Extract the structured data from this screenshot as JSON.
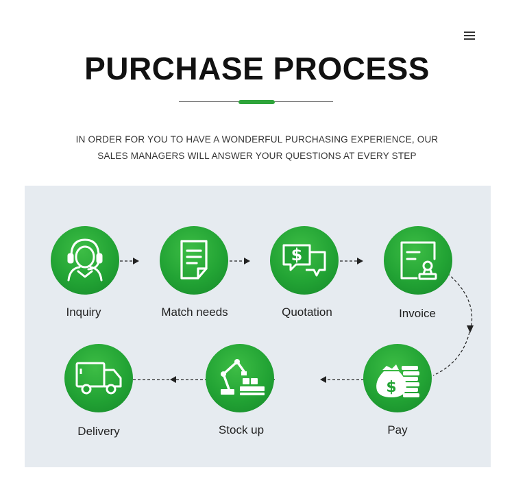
{
  "header": {
    "title": "PURCHASE PROCESS",
    "subtitle_line1": "IN ORDER FOR YOU TO HAVE A WONDERFUL PURCHASING EXPERIENCE, OUR",
    "subtitle_line2": "SALES MANAGERS WILL ANSWER YOUR QUESTIONS AT EVERY STEP",
    "accent_color": "#2ea43a"
  },
  "menu": {
    "icon": "hamburger-menu-icon"
  },
  "process": {
    "circle_color": "#22a334",
    "panel_color": "#e6ebf0",
    "steps": [
      {
        "label": "Inquiry",
        "icon": "customer-service-headset-icon"
      },
      {
        "label": "Match needs",
        "icon": "document-icon"
      },
      {
        "label": "Quotation",
        "icon": "price-chat-bubbles-icon"
      },
      {
        "label": "Invoice",
        "icon": "invoice-stamp-icon"
      },
      {
        "label": "Pay",
        "icon": "money-bag-coins-icon"
      },
      {
        "label": "Stock up",
        "icon": "robotic-arm-boxes-icon"
      },
      {
        "label": "Delivery",
        "icon": "delivery-truck-icon"
      }
    ]
  }
}
